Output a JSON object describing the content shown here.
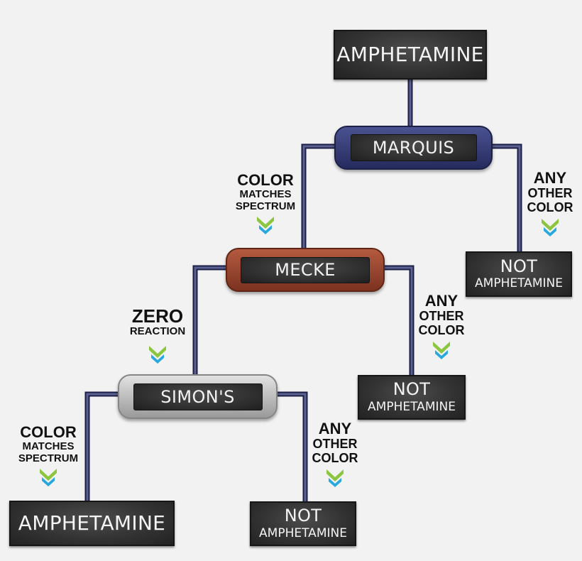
{
  "colors": {
    "line": "#5b6190",
    "line_edge": "#1c1f45",
    "marquis": "#3a4078",
    "mecke": "#a0482c",
    "simons": "#c8c8c8",
    "arrow_green": "#8cc63f",
    "arrow_blue": "#29a8e0"
  },
  "nodes": {
    "root": "AMPHETAMINE",
    "result_bottom_left": "AMPHETAMINE",
    "not_1": {
      "l1": "NOT",
      "l2": "AMPHETAMINE"
    },
    "not_2": {
      "l1": "NOT",
      "l2": "AMPHETAMINE"
    },
    "not_3": {
      "l1": "NOT",
      "l2": "AMPHETAMINE"
    }
  },
  "tests": {
    "marquis": "MARQUIS",
    "mecke": "MECKE",
    "simons": "SIMON'S"
  },
  "conditions": {
    "marquis_left": {
      "l1": "COLOR",
      "l2": "MATCHES",
      "l3": "SPECTRUM"
    },
    "marquis_right": {
      "l1": "ANY",
      "l2": "OTHER",
      "l3": "COLOR"
    },
    "mecke_left": {
      "l1": "ZERO",
      "l2": "REACTION"
    },
    "mecke_right": {
      "l1": "ANY",
      "l2": "OTHER",
      "l3": "COLOR"
    },
    "simons_left": {
      "l1": "COLOR",
      "l2": "MATCHES",
      "l3": "SPECTRUM"
    },
    "simons_right": {
      "l1": "ANY",
      "l2": "OTHER",
      "l3": "COLOR"
    }
  },
  "icons": {
    "arrow": "double-chevron-down-icon"
  }
}
